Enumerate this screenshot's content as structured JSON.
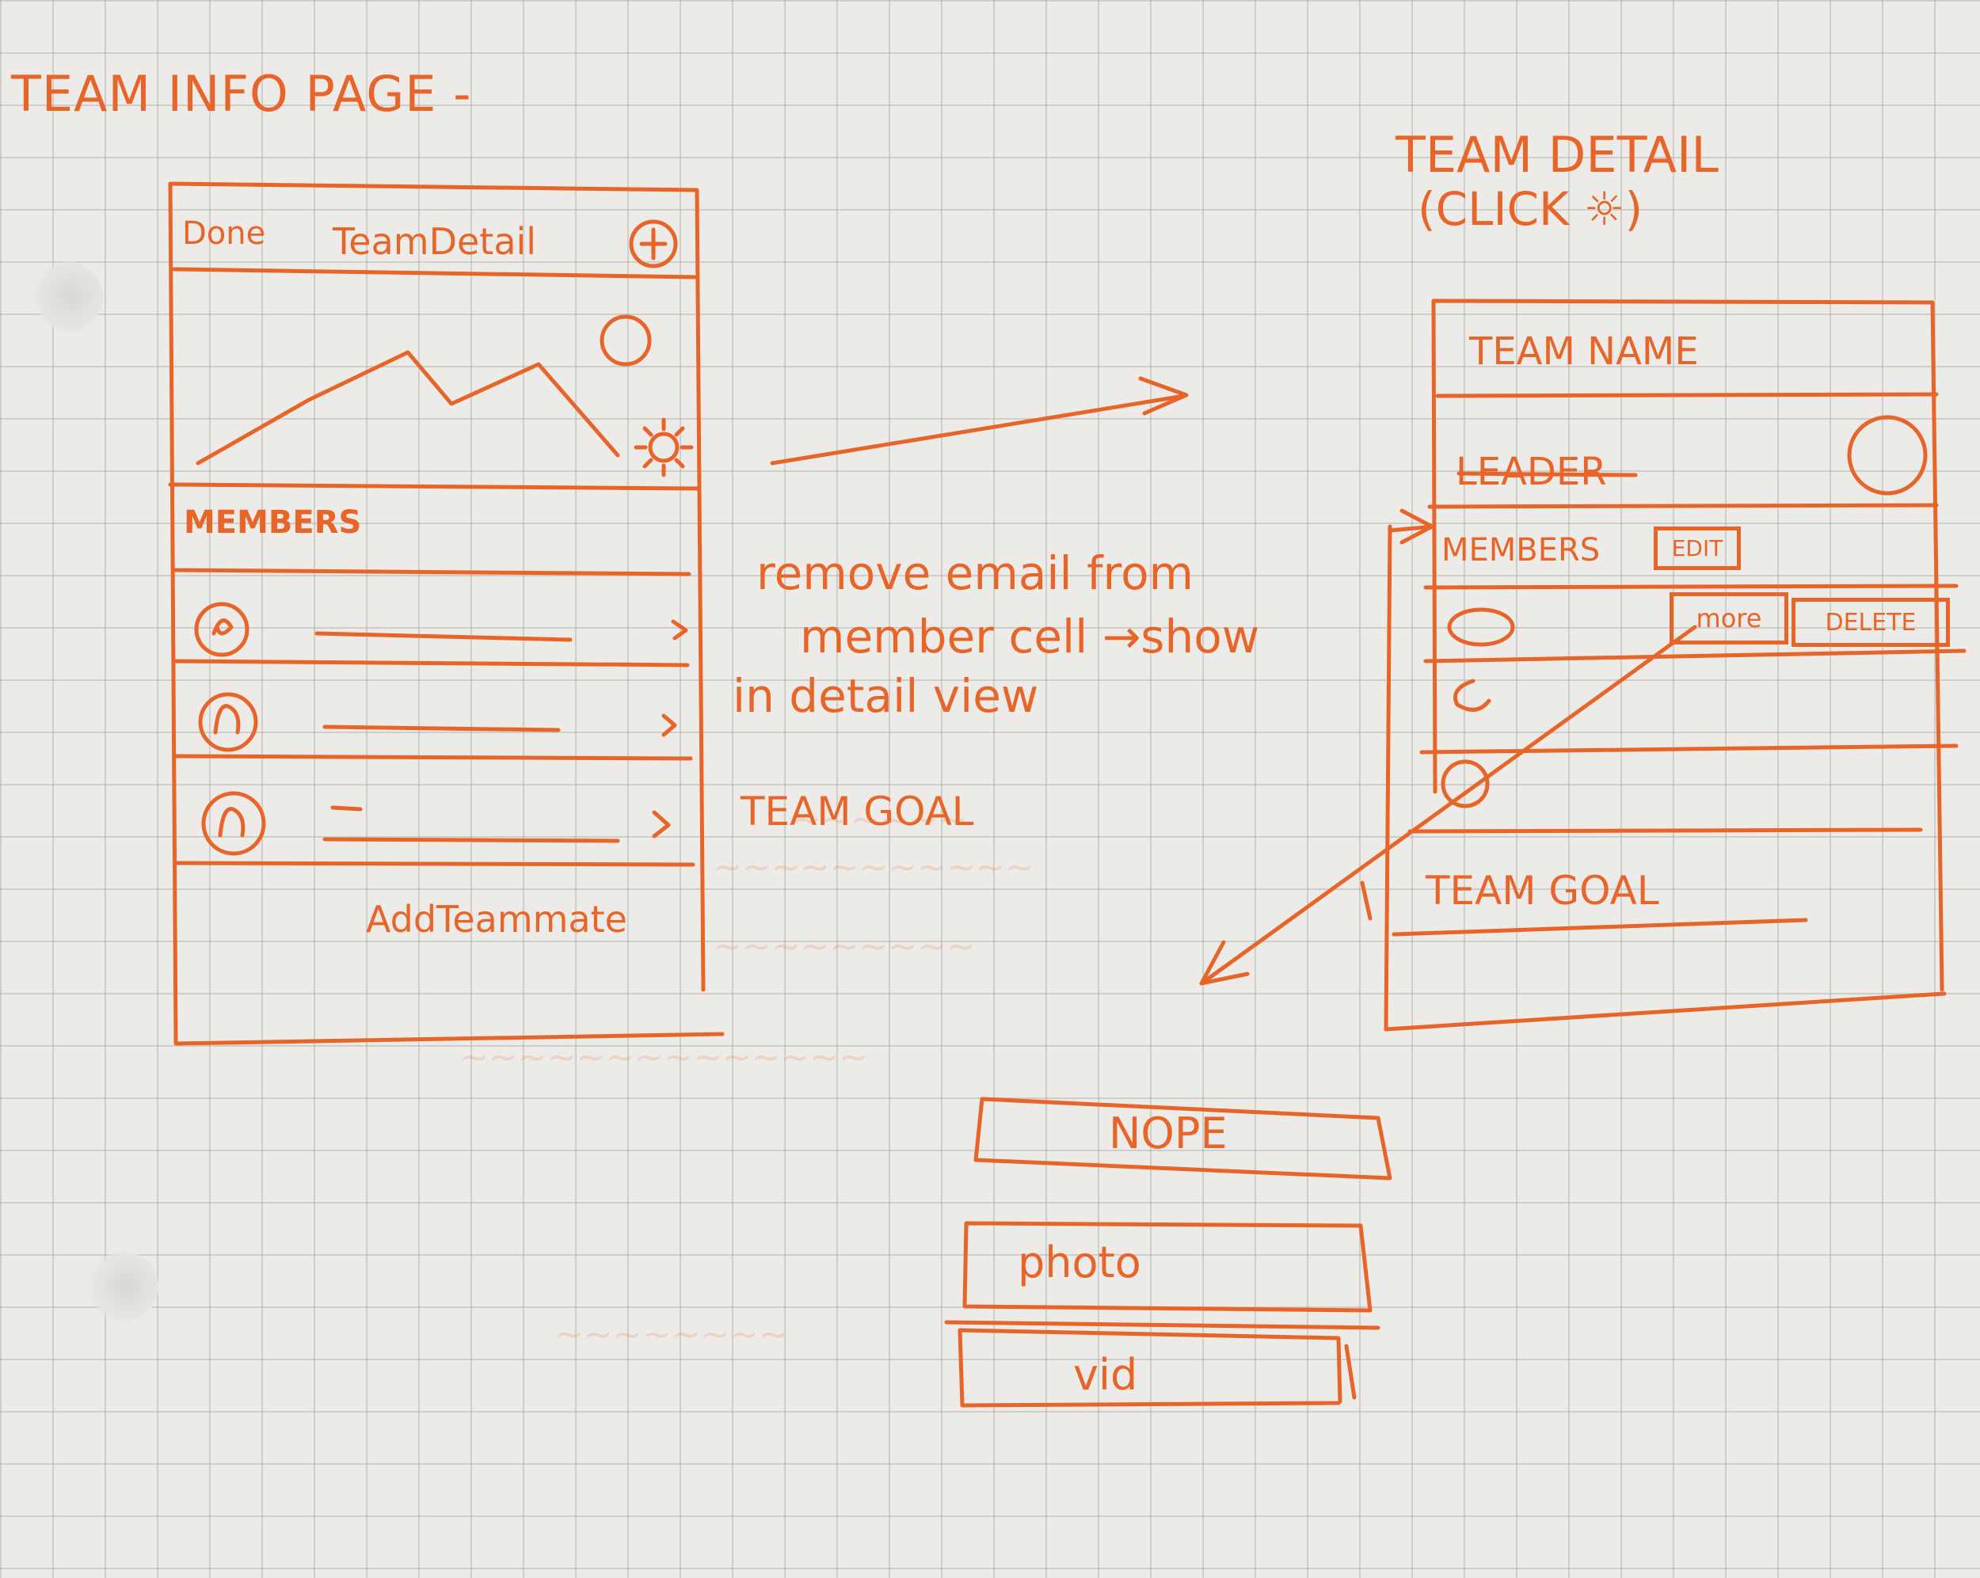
{
  "page_title": "TEAM INFO PAGE -",
  "left_screen": {
    "nav_left": "Done",
    "nav_title": "TeamDetail",
    "section_members": "MEMBERS",
    "footer_link": "AddTeammate"
  },
  "annotation": {
    "line1": "remove email from",
    "line2": "member cell →show",
    "line3": "in detail view",
    "team_goal": "TEAM GOAL"
  },
  "right_title": {
    "line1": "TEAM DETAIL",
    "line2": "(CLICK ☼)"
  },
  "right_screen": {
    "team_name": "TEAM NAME",
    "leader": "LEADER",
    "members": "MEMBERS",
    "edit": "EDIT",
    "more": "more",
    "delete": "DELETE",
    "team_goal": "TEAM GOAL"
  },
  "action_sheet": {
    "option1": "NOPE",
    "option2": "photo",
    "option3": "vid"
  },
  "colors": {
    "ink": "#e8652a",
    "paper": "#ecebe7",
    "grid": "#969696"
  }
}
